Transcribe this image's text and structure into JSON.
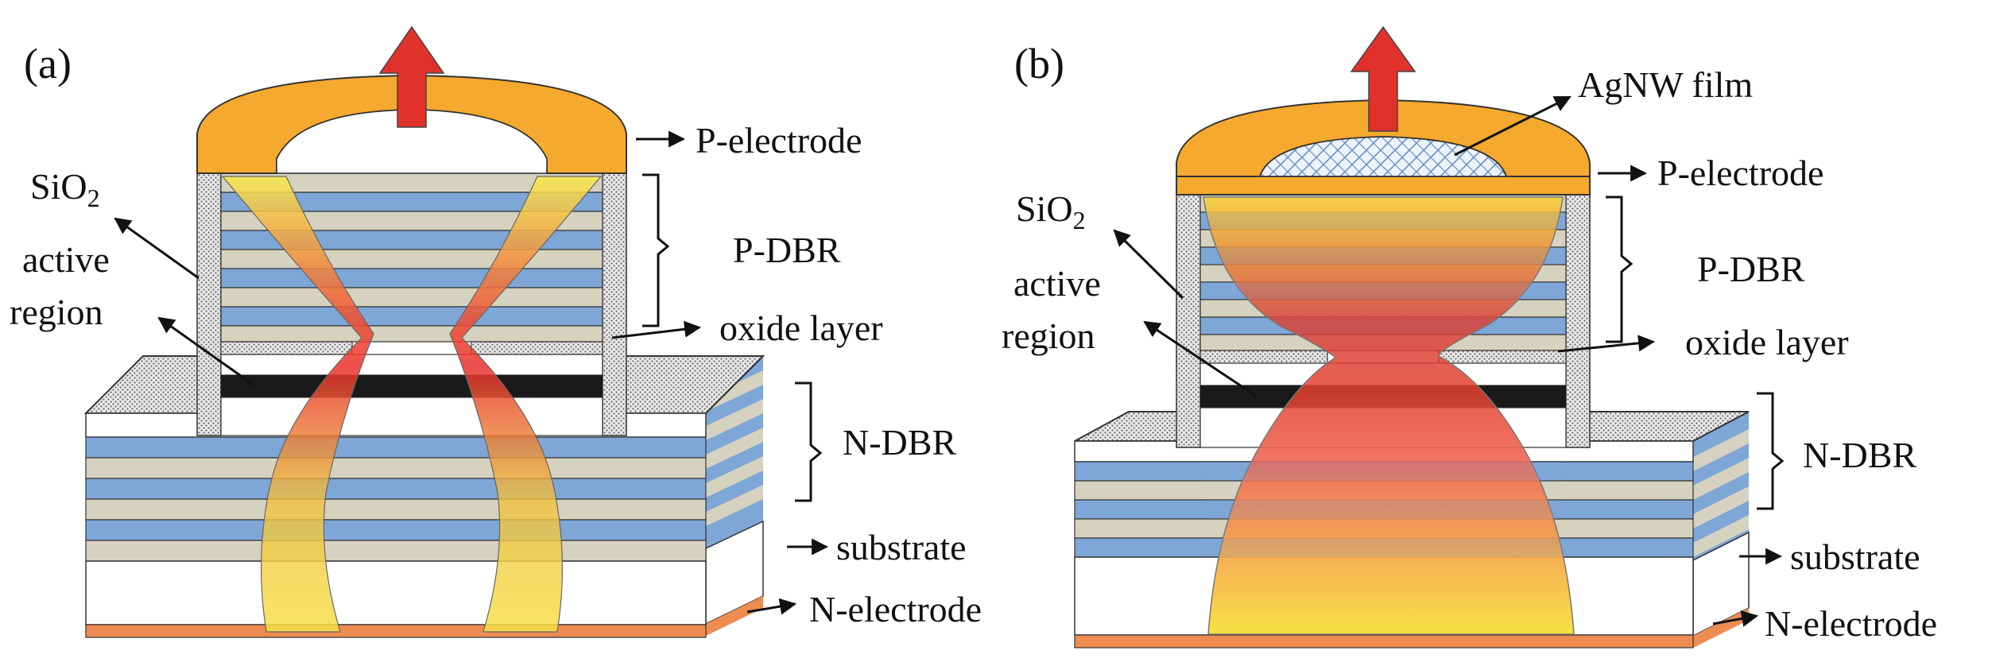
{
  "panels": [
    {
      "id": "a",
      "label": "(a)",
      "annotations": {
        "p_electrode": "P-electrode",
        "sio2_base": "SiO",
        "sio2_sub": "2",
        "active_line1": "active",
        "active_line2": "region",
        "p_dbr": "P-DBR",
        "oxide_layer": "oxide layer",
        "n_dbr": "N-DBR",
        "substrate": "substrate",
        "n_electrode": "N-electrode"
      }
    },
    {
      "id": "b",
      "label": "(b)",
      "annotations": {
        "agnw_film": "AgNW film",
        "p_electrode": "P-electrode",
        "sio2_base": "SiO",
        "sio2_sub": "2",
        "active_line1": "active",
        "active_line2": "region",
        "p_dbr": "P-DBR",
        "oxide_layer": "oxide layer",
        "n_dbr": "N-DBR",
        "substrate": "substrate",
        "n_electrode": "N-electrode"
      }
    }
  ],
  "colors": {
    "dbr_blue": "#7ea6d6",
    "dbr_beige": "#d6d2c0",
    "electrode_orange": "#f5a92e",
    "n_electrode": "#ee8c52",
    "emission_arrow": "#e0322a",
    "active_black": "#1a1a1a"
  }
}
